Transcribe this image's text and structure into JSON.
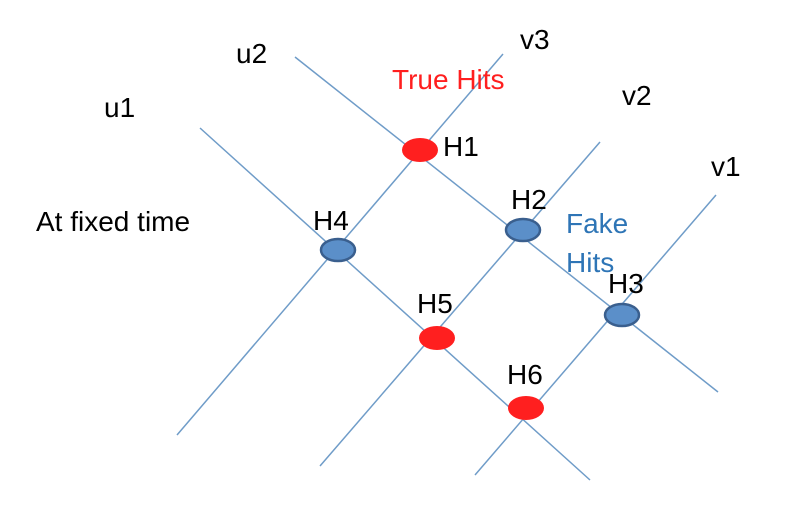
{
  "wires": {
    "u1": "u1",
    "u2": "u2",
    "v1": "v1",
    "v2": "v2",
    "v3": "v3"
  },
  "hits": {
    "h1": "H1",
    "h2": "H2",
    "h3": "H3",
    "h4": "H4",
    "h5": "H5",
    "h6": "H6"
  },
  "legend": {
    "true_hits": "True Hits",
    "fake_line1": "Fake",
    "fake_line2": "Hits"
  },
  "caption": "At fixed time",
  "colors": {
    "wire": "#6f9cc8",
    "true_hit": "#ff1f1f",
    "fake_hit": "#5b8fc9",
    "fake_label": "#2e75b6"
  }
}
